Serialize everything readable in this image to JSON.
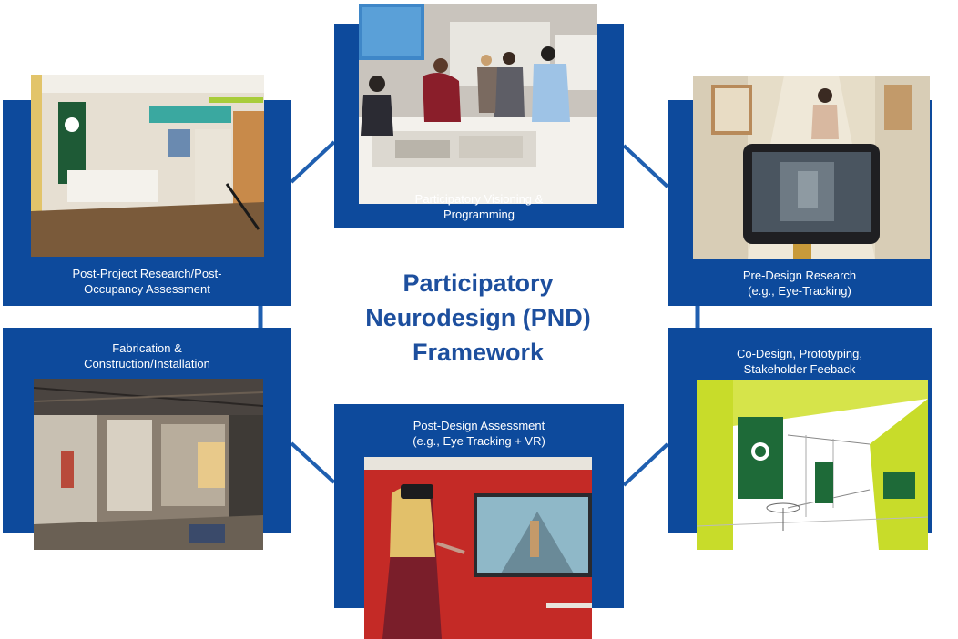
{
  "title": "Participatory\nNeurodesign (PND)\nFramework",
  "colors": {
    "box_blue": "#0d4a9c",
    "title_blue": "#1d4f9e",
    "connector_blue": "#1f5fb0",
    "caption_text": "#ffffff"
  },
  "stages": {
    "participatory_visioning": {
      "label": "Participatory Visioning &\nProgramming",
      "photo": "workshop-photo"
    },
    "pre_design_research": {
      "label": "Pre-Design Research\n(e.g., Eye-Tracking)",
      "photo": "eye-tracking-tablet-photo"
    },
    "co_design": {
      "label": "Co-Design, Prototyping,\nStakeholder Feeback",
      "photo": "rendering-sketch-photo"
    },
    "post_design_assessment": {
      "label": "Post-Design Assessment\n(e.g., Eye Tracking + VR)",
      "photo": "vr-headset-photo"
    },
    "fabrication": {
      "label": "Fabrication &\nConstruction/Installation",
      "photo": "construction-site-photo"
    },
    "post_project_research": {
      "label": "Post-Project Research/Post-\nOccupancy Assessment",
      "photo": "completed-lobby-photo"
    }
  }
}
